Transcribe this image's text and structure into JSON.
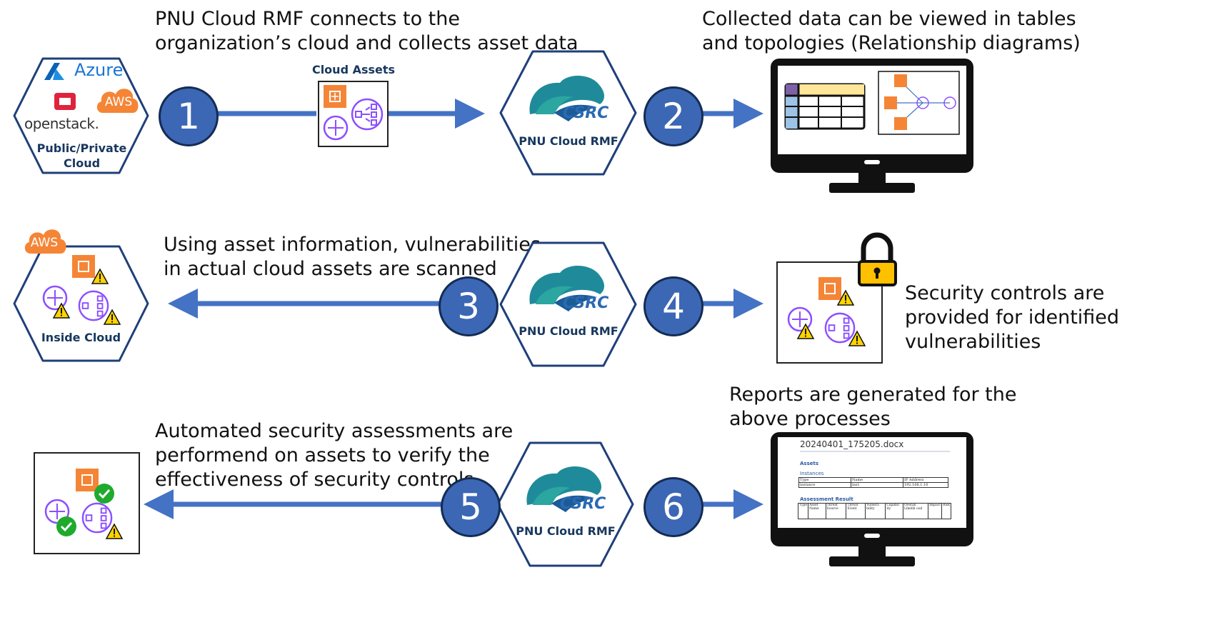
{
  "texts": {
    "step1": "PNU Cloud RMF connects to the\norganization’s cloud and collects asset data",
    "step2": "Collected data can be viewed in tables\nand topologies (Relationship diagrams)",
    "step3": "Using asset information, vulnerabilities\nin actual cloud assets are scanned",
    "step4": "Security controls are\nprovided for identified\nvulnerabilities",
    "step5": "Automated security assessments are\nperformend on assets to verify the\neffectiveness of security controls",
    "step6": "Reports are generated for the\nabove processes"
  },
  "cloud_source": {
    "azure": "Azure",
    "aws": "AWS",
    "openstack": "openstack.",
    "caption": "Public/Private\nCloud"
  },
  "cloud_assets_label": "Cloud Assets",
  "inside_cloud": {
    "aws": "AWS",
    "caption": "Inside Cloud"
  },
  "rmf": {
    "logo": "CSRC",
    "label": "PNU Cloud RMF"
  },
  "steps": [
    "1",
    "2",
    "3",
    "4",
    "5",
    "6"
  ],
  "report": {
    "filename": "20240401_175205.docx",
    "assets_heading": "Assets",
    "instances_heading": "Instances",
    "instances_columns": [
      "Type",
      "Name",
      "IP Address"
    ],
    "instances_row": [
      "instance",
      "ins1",
      "192.168.1.10"
    ],
    "assessment_heading": "Assessment Result",
    "assessment_columns": [
      "Type",
      "Asset Name",
      "Threat Source",
      "Threat Event",
      "Vulnera bility",
      "Capabil ity",
      "Overall Likelih ood",
      "Impact",
      "Risk"
    ]
  },
  "colors": {
    "arrow": "#4472c4",
    "number_fill": "#3b67b5",
    "hex_border": "#1f3f7a",
    "aws_orange": "#f58536",
    "purple": "#8c4fff",
    "warning": "#ffd400",
    "check": "#1faa2e",
    "lock": "#ffc000"
  }
}
